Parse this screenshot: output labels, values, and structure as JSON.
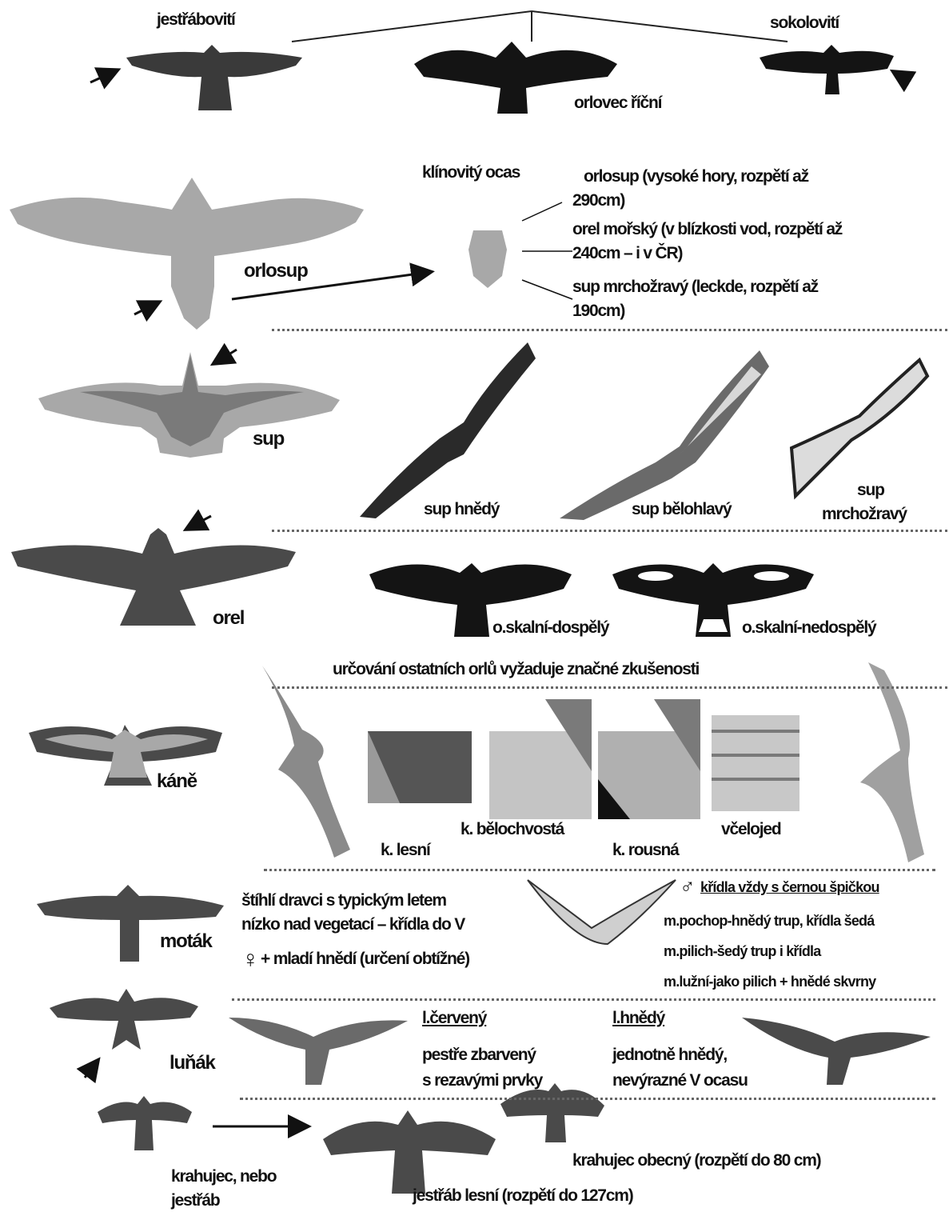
{
  "colors": {
    "black": "#141414",
    "dark": "#4a4a4a",
    "mid": "#7a7a7a",
    "light": "#a8a8a8",
    "photo": "#cfcfcf"
  },
  "top": {
    "family_accipitridae": "jestřábovití",
    "family_falconidae": "sokolovití",
    "osprey": "orlovec říční"
  },
  "lammergeier": {
    "label": "orlosup",
    "tail_title": "klínovitý ocas",
    "species": [
      "orlosup (vysoké hory, rozpětí až",
      "290cm)",
      "orel mořský (v blízkosti vod, rozpětí až",
      "240cm – i v ČR)",
      "sup mrchožravý (leckde, rozpětí až",
      "190cm)"
    ]
  },
  "vulture": {
    "label": "sup",
    "photos": [
      "sup hnědý",
      "sup bělohlavý",
      "sup",
      "mrchožravý"
    ]
  },
  "eagle": {
    "label": "orel",
    "adult": "o.skalní-dospělý",
    "juvenile": "o.skalní-nedospělý",
    "note": "určování ostatních orlů vyžaduje značné zkušenosti"
  },
  "buzzard": {
    "label": "káně",
    "species": [
      "k. lesní",
      "k. bělochvostá",
      "k. rousná",
      "včelojed"
    ]
  },
  "harrier": {
    "label": "moták",
    "desc_1": "štíhlí dravci s typickým letem",
    "desc_2": "nízko nad vegetací – křídla do V",
    "female_symbol": "♀",
    "female_note": "+ mladí hnědí (určení obtížné)",
    "male_symbol": "♂",
    "male_note": "křídla vždy s černou špičkou",
    "marsh": "m.pochop-hnědý trup, křídla šedá",
    "hen": "m.pilich-šedý trup i křídla",
    "montagu": "m.lužní-jako pilich + hnědé skvrny"
  },
  "kite": {
    "label": "luňák",
    "red_title": "l.červený",
    "red_1": "pestře zbarvený",
    "red_2": "s rezavými prvky",
    "black_title": "l.hnědý",
    "black_1": "jednotně hnědý,",
    "black_2": "nevýrazné V ocasu"
  },
  "accipiter": {
    "label_1": "krahujec, nebo",
    "label_2": "jestřáb",
    "sparrowhawk": "krahujec obecný (rozpětí do 80 cm)",
    "goshawk": "jestřáb lesní (rozpětí do 127cm)"
  }
}
